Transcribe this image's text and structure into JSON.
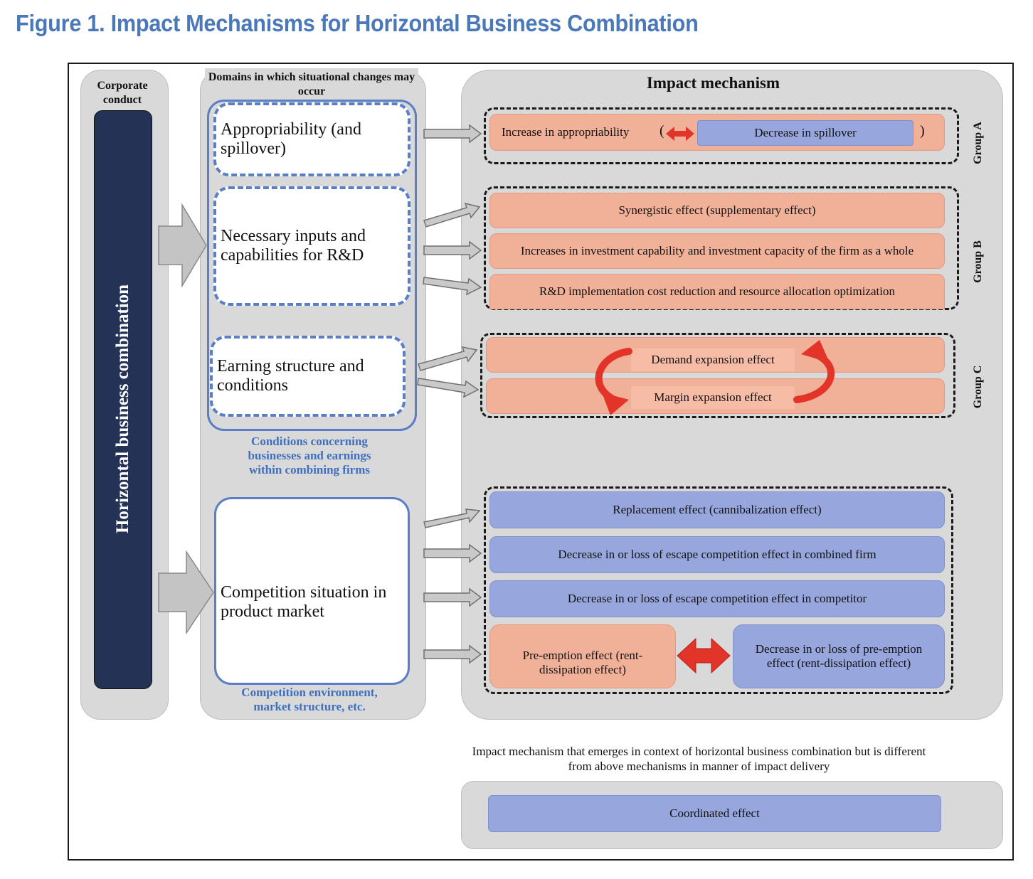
{
  "title": "Figure 1. Impact Mechanisms for Horizontal Business Combination",
  "corporate_conduct": {
    "header": "Corporate conduct",
    "bar_label": "Horizontal business combination"
  },
  "domains": {
    "header": "Domains in which situational changes may occur",
    "appropriability": "Appropriability (and spillover)",
    "inputs": "Necessary inputs and capabilities for R&D",
    "earning": "Earning structure and conditions",
    "conditions_caption": "Conditions concerning businesses and earnings within combining firms",
    "competition": "Competition situation in product market",
    "competition_caption": "Competition environment, market structure, etc."
  },
  "impact": {
    "header": "Impact mechanism",
    "group_a": {
      "label": "Group A",
      "left": "Increase in appropriability",
      "right": "Decrease in spillover",
      "paren_open": "(",
      "paren_close": ")"
    },
    "group_b": {
      "label": "Group B",
      "items": [
        "Synergistic effect (supplementary effect)",
        "Increases in investment capability and investment capacity of the firm as a whole",
        "R&D implementation cost reduction and resource allocation optimization"
      ]
    },
    "group_c": {
      "label": "Group C",
      "items": [
        "Demand expansion effect",
        "Margin expansion effect"
      ]
    },
    "group_d": {
      "items": [
        "Replacement effect (cannibalization effect)",
        "Decrease in or loss of escape competition effect in combined firm",
        "Decrease in or loss of escape competition effect in competitor"
      ],
      "preemption": "Pre-emption effect (rent-dissipation effect)",
      "preemption_loss": "Decrease in or loss of pre-emption effect (rent-dissipation effect)"
    }
  },
  "other": {
    "note": "Impact mechanism that emerges in context of horizontal business combination but is different from above mechanisms in manner of impact delivery",
    "coordinated": "Coordinated effect"
  },
  "colors": {
    "title_blue": "#4a78b8",
    "navy_bar": "#243256",
    "orange_box": "#f0b198",
    "blue_box": "#97a6dc",
    "red_arrow": "#e3342a",
    "panel_gray": "#d9d9d9"
  }
}
